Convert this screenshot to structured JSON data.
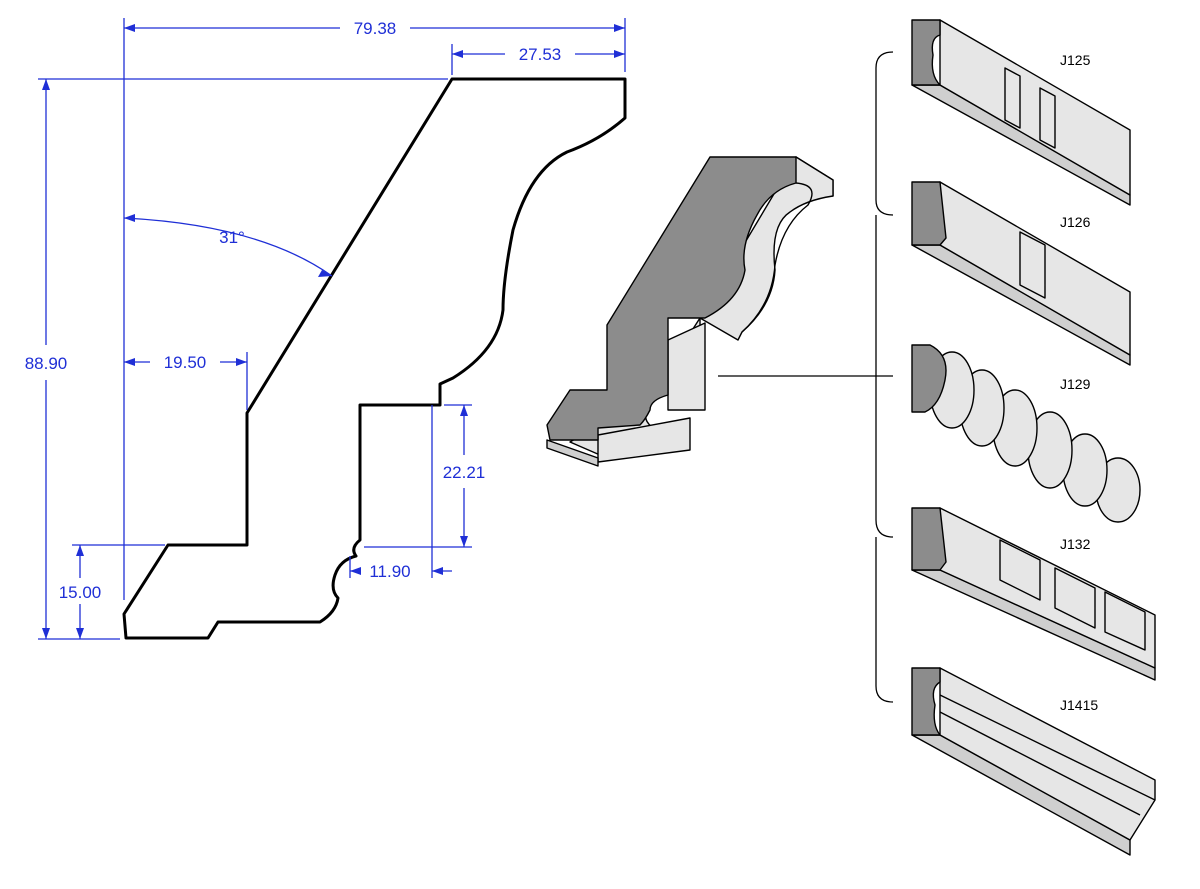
{
  "dimensions": {
    "overall_width": "79.38",
    "top_width": "27.53",
    "angle": "31°",
    "overall_height": "88.90",
    "step_width": "19.50",
    "step_height": "22.21",
    "bottom_height": "15.00",
    "bottom_offset": "11.90"
  },
  "profiles": [
    {
      "code": "J125"
    },
    {
      "code": "J126"
    },
    {
      "code": "J129"
    },
    {
      "code": "J132"
    },
    {
      "code": "J1415"
    }
  ],
  "colors": {
    "dimension": "#1f2fd6",
    "section_fill": "#ffffff",
    "speckle": "#7a7a7a",
    "dark_face": "#8c8c8c",
    "light_face": "#e6e6e6"
  }
}
